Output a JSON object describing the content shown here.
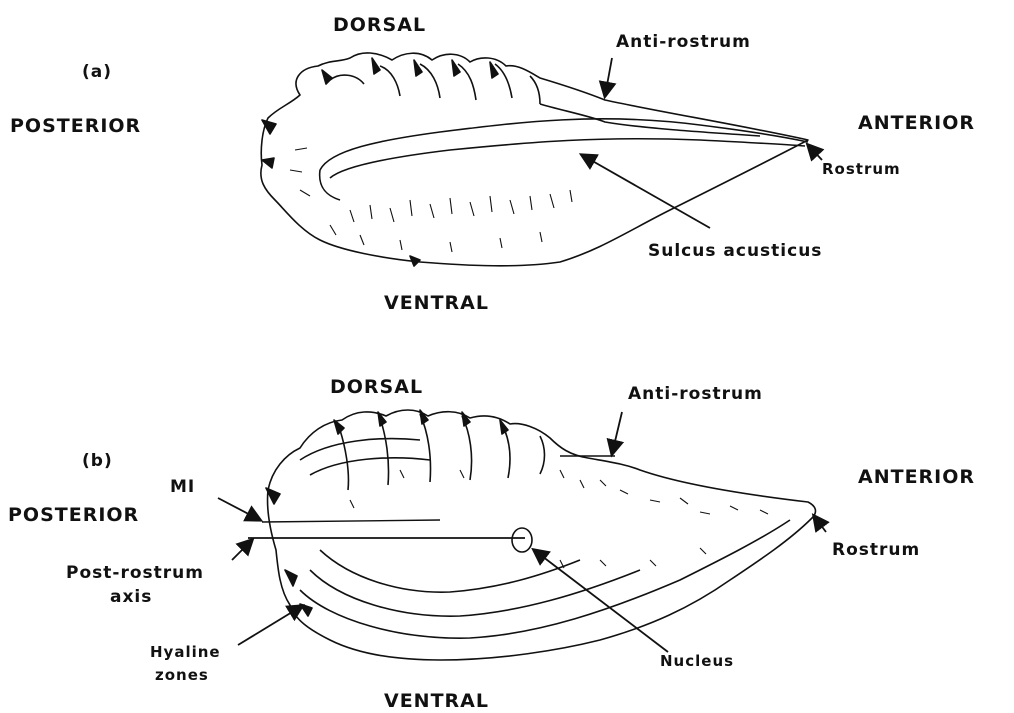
{
  "panel_a": {
    "tag": "(a)",
    "dorsal": "DORSAL",
    "ventral": "VENTRAL",
    "posterior": "POSTERIOR",
    "anterior": "ANTERIOR",
    "anti_rostrum": "Anti-rostrum",
    "rostrum": "Rostrum",
    "sulcus": "Sulcus acusticus"
  },
  "panel_b": {
    "tag": "(b)",
    "dorsal": "DORSAL",
    "ventral": "VENTRAL",
    "posterior": "POSTERIOR",
    "anterior": "ANTERIOR",
    "anti_rostrum": "Anti-rostrum",
    "rostrum": "Rostrum",
    "mi": "MI",
    "post_rostrum_line1": "Post-rostrum",
    "post_rostrum_line2": "axis",
    "hyaline_line1": "Hyaline",
    "hyaline_line2": "zones",
    "nucleus": "Nucleus"
  },
  "colors": {
    "ink": "#111111",
    "paper": "#ffffff"
  }
}
